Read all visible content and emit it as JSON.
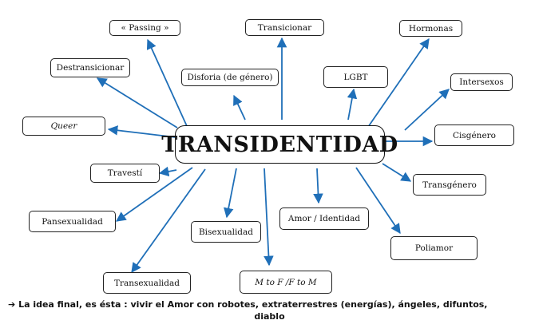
{
  "center": {
    "label": "TRANSIDENTIDAD"
  },
  "nodes": {
    "passing": "« Passing »",
    "transicionar": "Transicionar",
    "hormonas": "Hormonas",
    "destransicionar": "Destransicionar",
    "disforia": "Disforia  (de género)",
    "lgbt": "LGBT",
    "intersexos": "Intersexos",
    "queer": "Queer",
    "cisgenero": "Cisgénero",
    "travesti": "Travestí",
    "transgenero": "Transgénero",
    "pansexualidad": "Pansexualidad",
    "amor_identidad": "Amor / Identidad",
    "bisexualidad": "Bisexualidad",
    "poliamor": "Poliamor",
    "transexualidad": "Transexualidad",
    "mtof": "M to F /F to M"
  },
  "footer": {
    "arrow": "➔",
    "line1": "La idea final, es ésta : vivir el Amor con robotes, extraterrestres (energías), ángeles, difuntos,",
    "line2": "diablo"
  },
  "colors": {
    "arrow": "#1f6fb8",
    "border": "#222222"
  }
}
